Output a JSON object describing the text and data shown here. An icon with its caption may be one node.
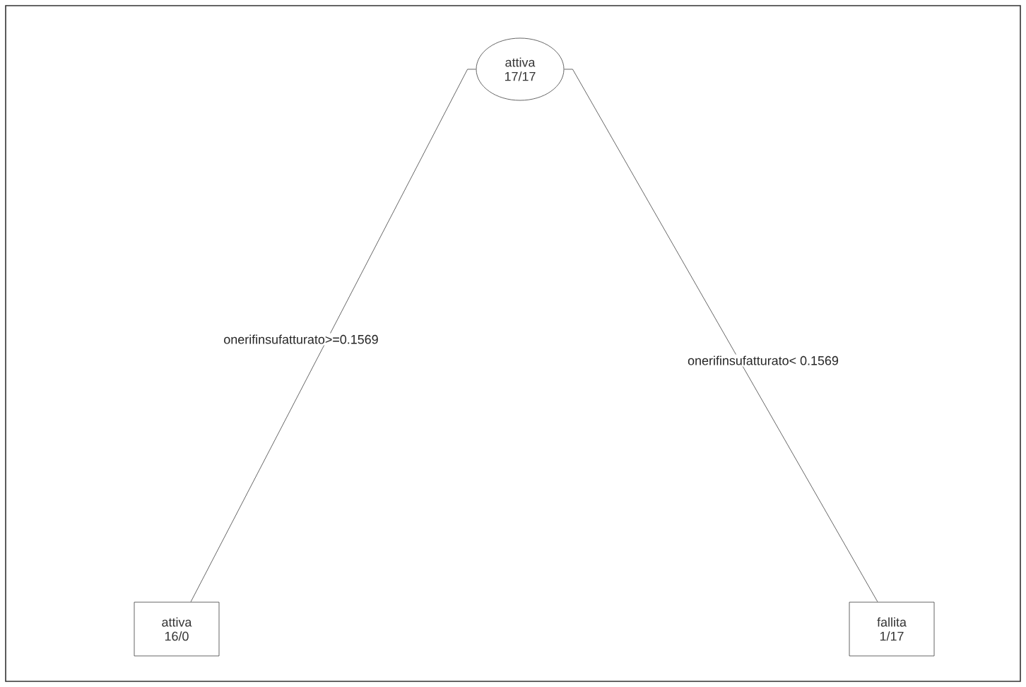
{
  "diagram": {
    "nodes": [
      {
        "text": [
          "attiva",
          "17/17"
        ]
      },
      {
        "text": [
          "attiva",
          "16/0"
        ]
      },
      {
        "text": [
          "fallita",
          "1/17"
        ]
      }
    ],
    "edges": [
      {
        "from": 0,
        "to": 1,
        "arrow": "none",
        "label": "onerifinsufatturato>=0.1569"
      },
      {
        "from": 0,
        "to": 2,
        "arrow": "none",
        "label": "onerifinsufatturato< 0.1569"
      }
    ]
  }
}
